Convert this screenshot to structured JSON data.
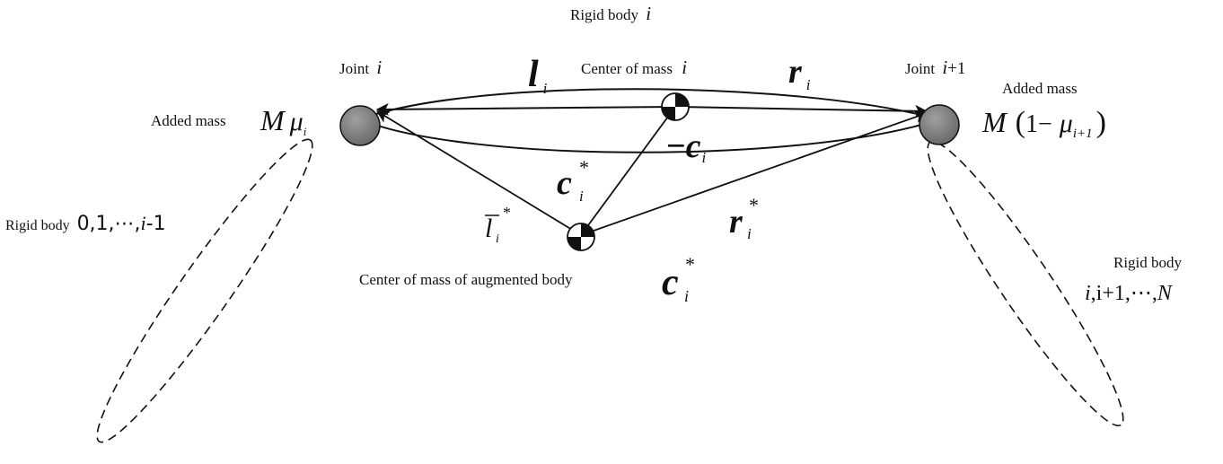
{
  "labels": {
    "rigid_body_i_text": "Rigid body",
    "rigid_body_i_var": "i",
    "joint_i_text": "Joint",
    "joint_i_var": "i",
    "center_of_mass_text": "Center of mass",
    "center_of_mass_var": "i",
    "joint_i1_text": "Joint",
    "joint_i1_var": "i",
    "joint_i1_suffix": "+1",
    "added_mass_left": "Added mass",
    "added_mass_right": "Added mass",
    "rigid_body_left_text": "Rigid body",
    "rigid_body_left_seq": "0,1,⋯,",
    "rigid_body_left_var": "i",
    "rigid_body_left_suffix": "-1",
    "rigid_body_right_text": "Rigid body",
    "rigid_body_right_var1": "i",
    "rigid_body_right_seq": ",i+1,⋯,",
    "rigid_body_right_var2": "N",
    "augmented_com_text": "Center of mass of augmented body"
  },
  "math": {
    "l_base": "l",
    "l_sub": "i",
    "r_base": "r",
    "r_sub": "i",
    "neg_c_minus": "−",
    "neg_c_base": "c",
    "neg_c_sub": "i",
    "c_star_base": "c",
    "c_star_sub": "i",
    "c_star_sup": "*",
    "lbar_base": "l",
    "lbar_sub": "i",
    "lbar_sup": "*",
    "r_star_base": "r",
    "r_star_sub": "i",
    "r_star_sup": "*",
    "mass_left_M": "M",
    "mass_left_mu": "μ",
    "mass_left_sub": "i",
    "mass_right_M": "M",
    "mass_right_open": "(",
    "mass_right_one": "1−",
    "mass_right_mu": "μ",
    "mass_right_sub": "i+1",
    "mass_right_close": ")",
    "augmented_c_base": "c",
    "augmented_c_sub": "i",
    "augmented_c_sup": "*"
  },
  "colors": {
    "stroke": "#111111",
    "joint_fill": "#7a7a7a",
    "background": "#ffffff"
  }
}
